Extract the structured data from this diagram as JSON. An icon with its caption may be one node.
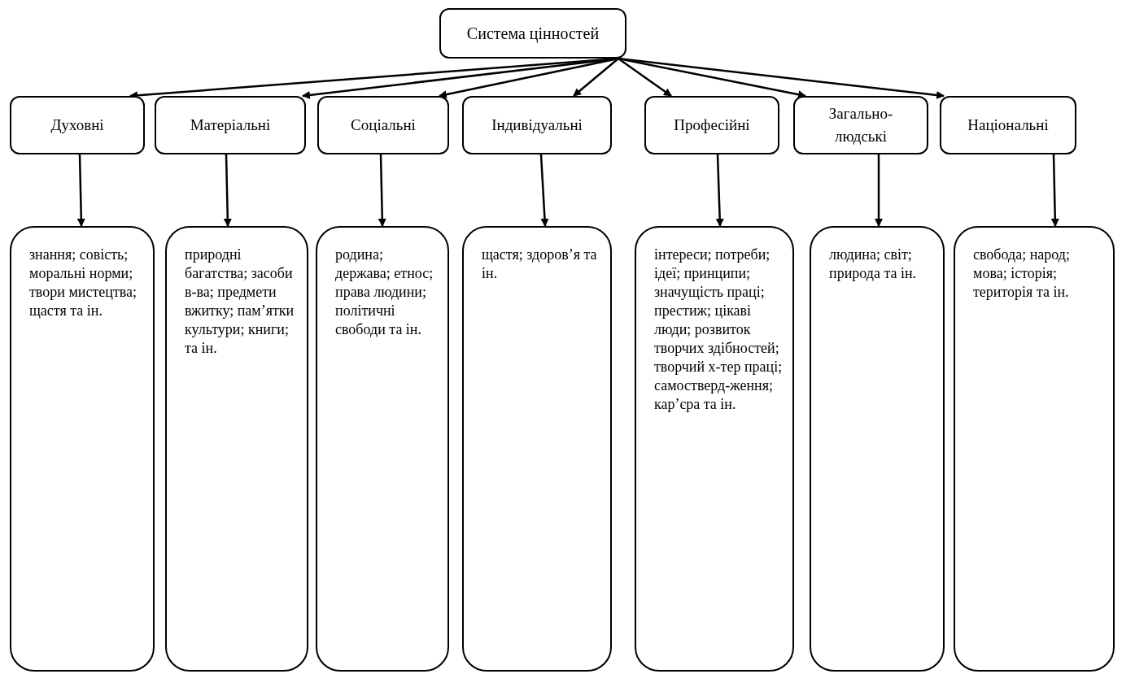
{
  "diagram": {
    "nodes": [
      {
        "text": [
          "Система цінностей"
        ]
      },
      {
        "text": [
          "Духовні"
        ]
      },
      {
        "text": [
          "Матеріальні"
        ]
      },
      {
        "text": [
          "Соціальні"
        ]
      },
      {
        "text": [
          "Індивідуальні"
        ]
      },
      {
        "text": [
          "Професійні"
        ]
      },
      {
        "text": [
          "Загально-людські"
        ]
      },
      {
        "text": [
          "Національні"
        ]
      },
      {
        "text": [
          "знання; совість; моральні норми; твори мистецтва; щастя та ін."
        ]
      },
      {
        "text": [
          "природні багатства; засоби в-ва; предмети вжитку; пам’ятки культури; книги; та ін."
        ]
      },
      {
        "text": [
          "родина; держава; етнос; права людини; політичні свободи та ін."
        ]
      },
      {
        "text": [
          "щастя; здоров’я та ін."
        ]
      },
      {
        "text": [
          "інтереси; потреби; ідеї; принципи; значущість праці; престиж; цікаві люди; розвиток творчих здібностей; творчий х-тер праці; самостверд-ження; кар’єра та ін."
        ]
      },
      {
        "text": [
          "людина; світ; природа та ін."
        ]
      },
      {
        "text": [
          "свобода; народ; мова; історія; територія та ін."
        ]
      }
    ],
    "edges": [
      {
        "from": 0,
        "to": 1,
        "arrow": "to"
      },
      {
        "from": 0,
        "to": 2,
        "arrow": "to"
      },
      {
        "from": 0,
        "to": 3,
        "arrow": "to"
      },
      {
        "from": 0,
        "to": 4,
        "arrow": "to"
      },
      {
        "from": 0,
        "to": 5,
        "arrow": "to"
      },
      {
        "from": 0,
        "to": 6,
        "arrow": "to"
      },
      {
        "from": 0,
        "to": 7,
        "arrow": "to"
      },
      {
        "from": 1,
        "to": 8,
        "arrow": "to"
      },
      {
        "from": 2,
        "to": 9,
        "arrow": "to"
      },
      {
        "from": 3,
        "to": 10,
        "arrow": "to"
      },
      {
        "from": 4,
        "to": 11,
        "arrow": "to"
      },
      {
        "from": 5,
        "to": 12,
        "arrow": "to"
      },
      {
        "from": 6,
        "to": 13,
        "arrow": "to"
      },
      {
        "from": 7,
        "to": 14,
        "arrow": "to"
      }
    ]
  }
}
